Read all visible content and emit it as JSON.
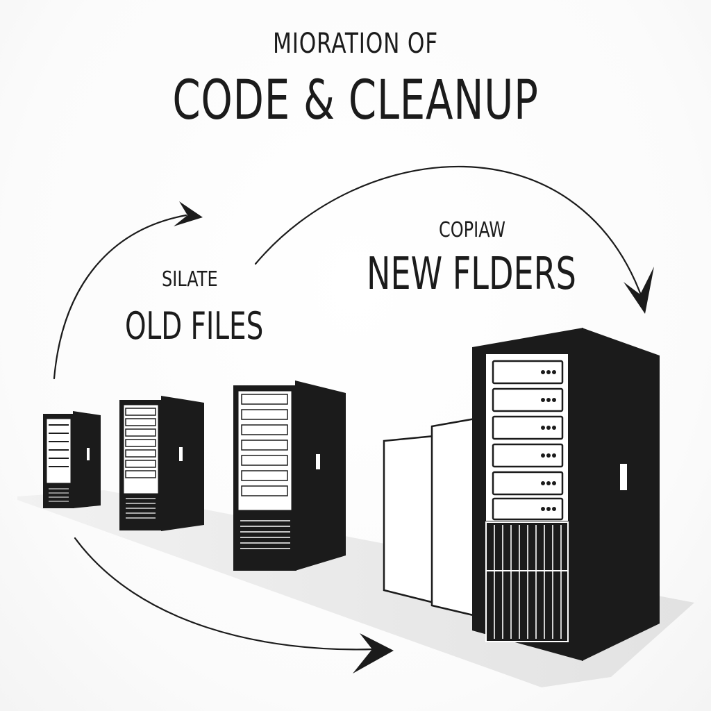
{
  "title": {
    "line1": "MIORATION OF",
    "line2": "CODE & CLEANUP"
  },
  "old_group": {
    "caption": "SILATE",
    "heading": "OLD FILES"
  },
  "new_group": {
    "caption": "COPIAW",
    "heading": "NEW FLDERS"
  },
  "colors": {
    "ink": "#1b1b1b",
    "panel": "#ffffff",
    "floor": "#e6e6e6",
    "background": "#ffffff"
  },
  "icons": [
    "server-rack-icon",
    "folder-sheet-icon",
    "curved-arrow-icon"
  ]
}
